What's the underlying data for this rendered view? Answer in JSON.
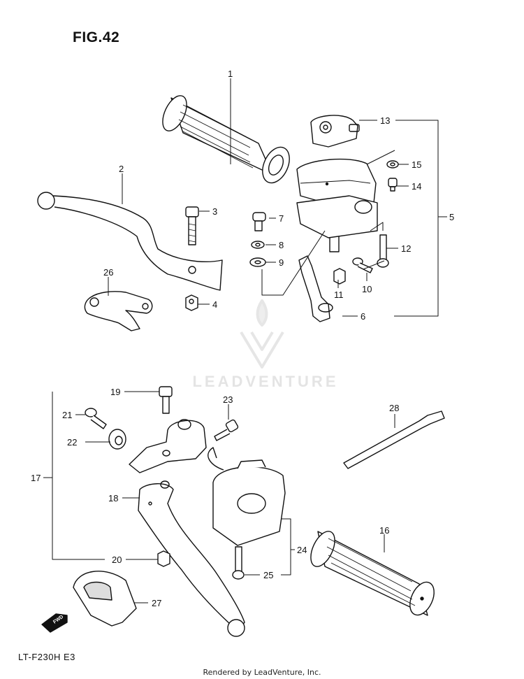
{
  "figure": {
    "title": "FIG.42",
    "model_code": "LT-F230H  E3",
    "footer": "Rendered by LeadVenture, Inc.",
    "watermark": "LEADVENTURE",
    "fwd_label": "FWD"
  },
  "callouts": [
    {
      "id": "c1",
      "number": "1"
    },
    {
      "id": "c2",
      "number": "2"
    },
    {
      "id": "c3",
      "number": "3"
    },
    {
      "id": "c4",
      "number": "4"
    },
    {
      "id": "c5",
      "number": "5"
    },
    {
      "id": "c6",
      "number": "6"
    },
    {
      "id": "c7",
      "number": "7"
    },
    {
      "id": "c8",
      "number": "8"
    },
    {
      "id": "c9",
      "number": "9"
    },
    {
      "id": "c10",
      "number": "10"
    },
    {
      "id": "c11",
      "number": "11"
    },
    {
      "id": "c12",
      "number": "12"
    },
    {
      "id": "c13",
      "number": "13"
    },
    {
      "id": "c14",
      "number": "14"
    },
    {
      "id": "c15",
      "number": "15"
    },
    {
      "id": "c16",
      "number": "16"
    },
    {
      "id": "c17",
      "number": "17"
    },
    {
      "id": "c18",
      "number": "18"
    },
    {
      "id": "c19",
      "number": "19"
    },
    {
      "id": "c20",
      "number": "20"
    },
    {
      "id": "c21",
      "number": "21"
    },
    {
      "id": "c22",
      "number": "22"
    },
    {
      "id": "c23",
      "number": "23"
    },
    {
      "id": "c24",
      "number": "24"
    },
    {
      "id": "c25",
      "number": "25"
    },
    {
      "id": "c26",
      "number": "26"
    },
    {
      "id": "c27",
      "number": "27"
    },
    {
      "id": "c28",
      "number": "28"
    }
  ]
}
